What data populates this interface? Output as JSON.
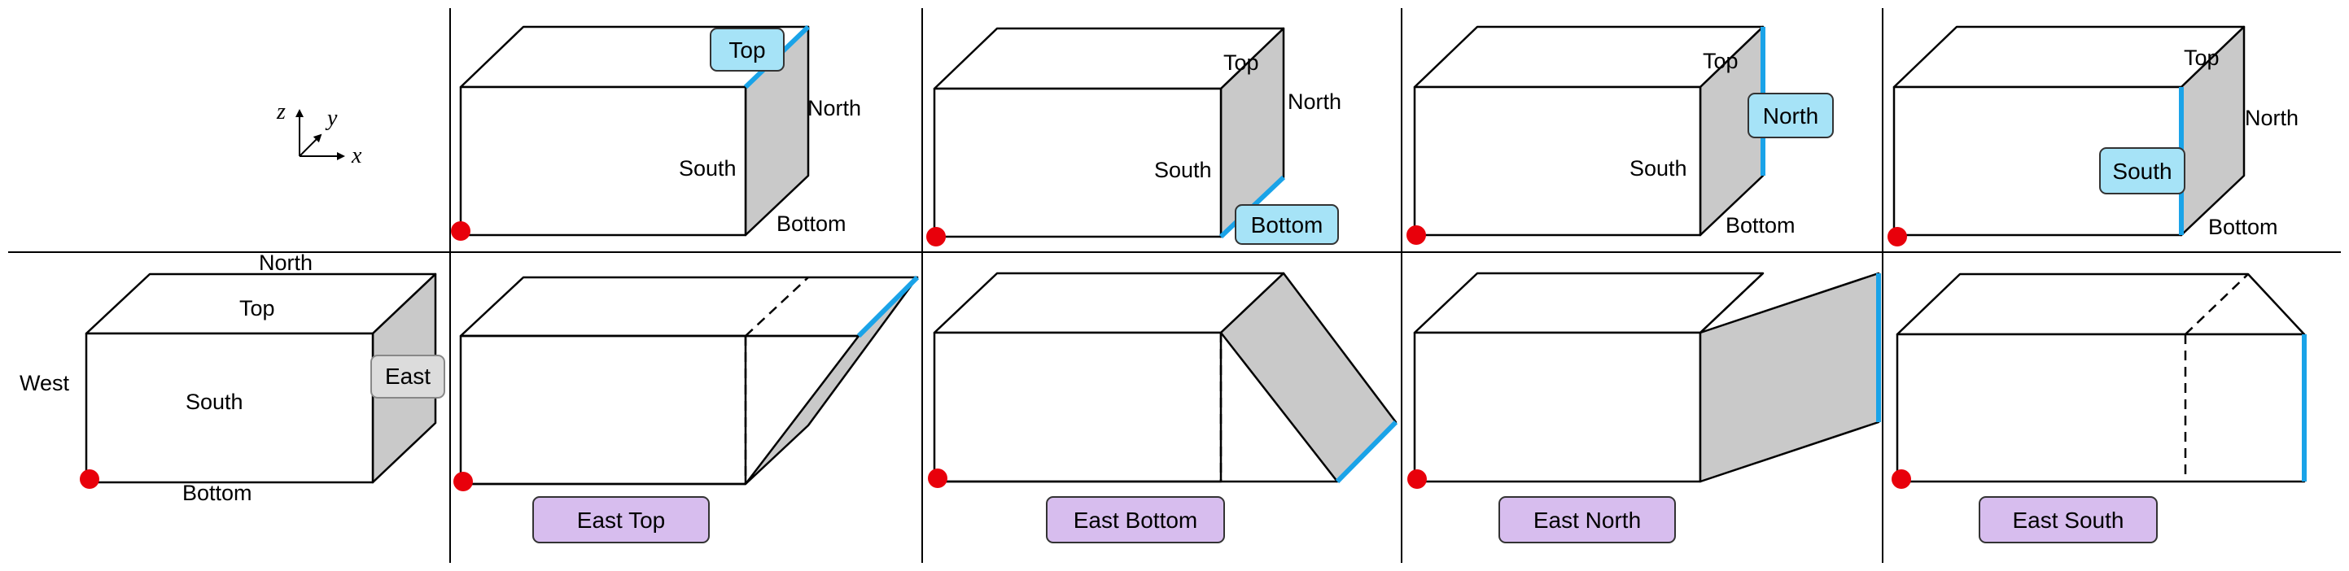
{
  "axes": {
    "x": "x",
    "y": "y",
    "z": "z"
  },
  "reference_box": {
    "top": "Top",
    "bottom": "Bottom",
    "north": "North",
    "south": "South",
    "west": "West",
    "east": "East"
  },
  "top_row": [
    {
      "top": "Top",
      "north": "North",
      "south": "South",
      "bottom": "Bottom",
      "highlight": "top"
    },
    {
      "top": "Top",
      "north": "North",
      "south": "South",
      "bottom": "Bottom",
      "highlight": "bottom"
    },
    {
      "top": "Top",
      "north": "North",
      "south": "South",
      "bottom": "Bottom",
      "highlight": "north"
    },
    {
      "top": "Top",
      "north": "North",
      "south": "South",
      "bottom": "Bottom",
      "highlight": "south"
    }
  ],
  "operations": [
    "East Top",
    "East Bottom",
    "East North",
    "East South"
  ],
  "colors": {
    "highlight_edge": "#1aa3e8",
    "highlight_tag": "#a6e3f7",
    "operation_tag": "#d7bdee",
    "face_gray": "#c9c9c9",
    "east_tag": "#dcdcdc",
    "origin_dot": "#e8000b"
  }
}
